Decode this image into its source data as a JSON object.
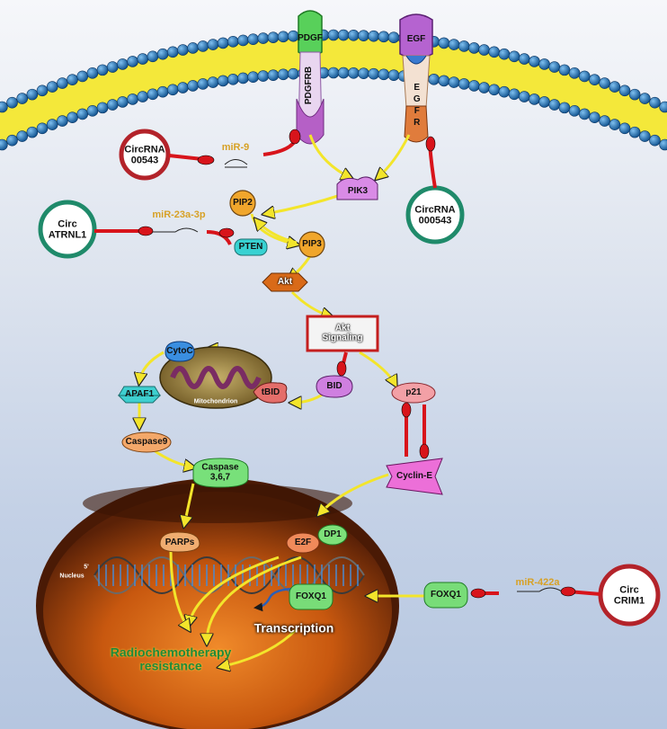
{
  "receptors": {
    "pdgf": "PDGF",
    "pdgfrb": "PDGFRB",
    "egf": "EGF",
    "egfr": "EGFR"
  },
  "circrnas": {
    "c00543_left": "CircRNA\n00543",
    "c000543_right": "CircRNA\n000543",
    "atrnl1": "Circ\nATRNL1",
    "crim1": "Circ\nCRIM1"
  },
  "mirnas": {
    "mir9": "miR-9",
    "mir23a": "miR-23a-3p",
    "mir422a": "miR-422a"
  },
  "nodes": {
    "pik3": "PIK3",
    "pip2": "PIP2",
    "pip3": "PIP3",
    "pten": "PTEN",
    "akt": "Akt",
    "akt_signaling": "Akt\nSignaling",
    "bid": "BID",
    "tbid": "tBID",
    "cytoc": "CytoC",
    "apaf1": "APAF1",
    "caspase9": "Caspase9",
    "caspase367": "Caspase\n3,6,7",
    "p21": "p21",
    "cyclin_e": "Cyclin-E",
    "parps": "PARPs",
    "e2f": "E2F",
    "dp1": "DP1",
    "foxq1_in": "FOXQ1",
    "foxq1_out": "FOXQ1"
  },
  "labels": {
    "mitochondrion": "Mitochondrion",
    "nucleus": "Nucleus",
    "five_prime": "5'",
    "transcription": "Transcription",
    "outcome": "Radiochemotherapy\nresistance"
  },
  "colors": {
    "membrane_head": "#1d6fb5",
    "membrane_tail": "#f4e83a",
    "arrow_yellow": "#f3e52b",
    "inhibit_red": "#d8141b",
    "circ_red": "#b3232a",
    "circ_green": "#1f8a6a",
    "nucleus": "#a5440f"
  }
}
